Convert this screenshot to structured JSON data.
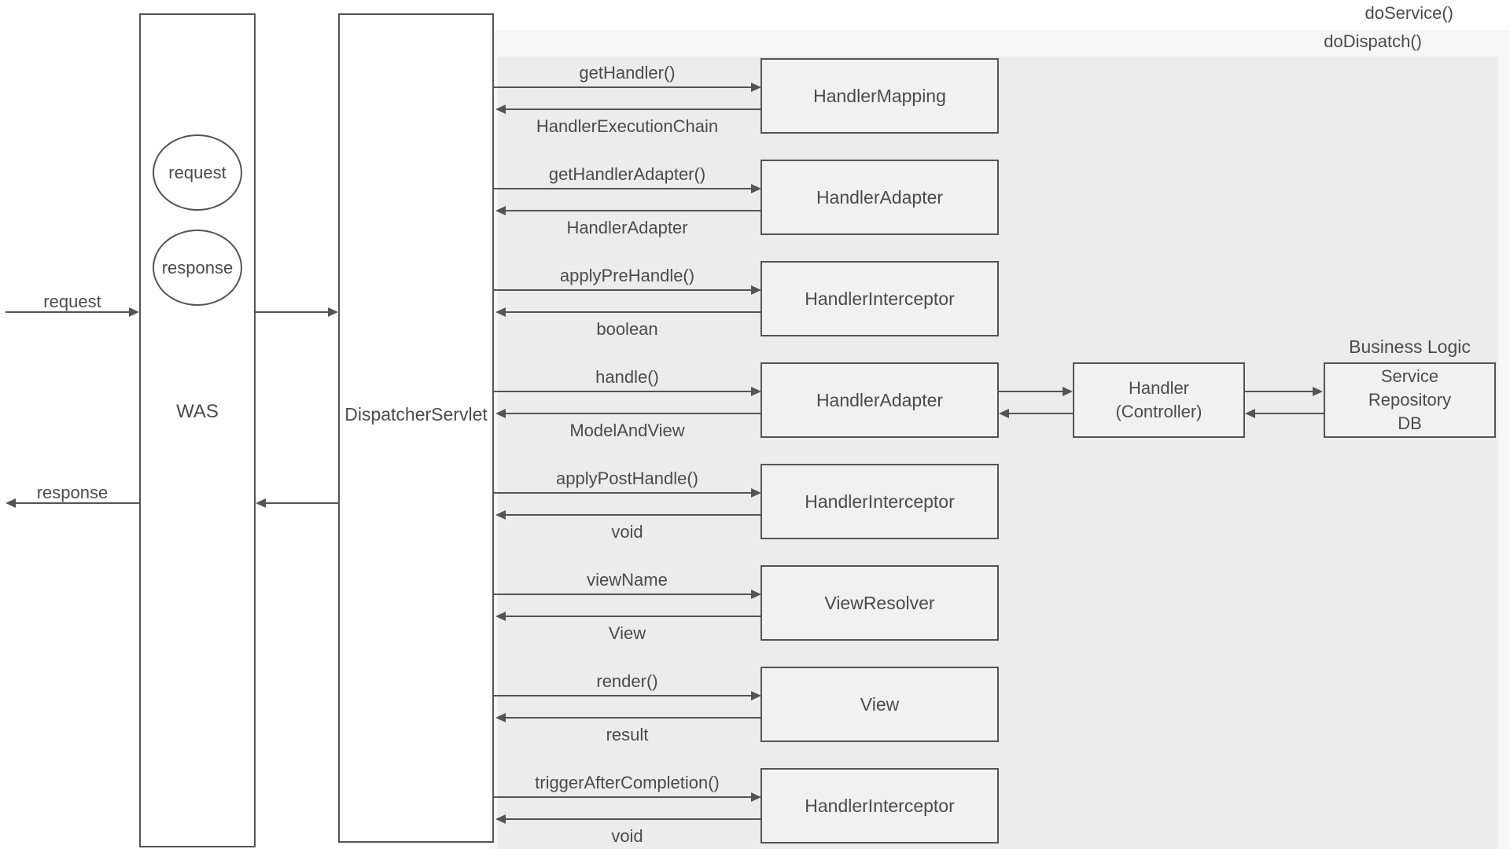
{
  "labels": {
    "do_service": "doService()",
    "do_dispatch": "doDispatch()",
    "was": "WAS",
    "dispatcher_servlet": "DispatcherServlet",
    "request_circle": "request",
    "response_circle": "response",
    "request_arrow": "request",
    "response_arrow": "response",
    "business_logic_title": "Business Logic"
  },
  "rows": [
    {
      "call": "getHandler()",
      "return": "HandlerExecutionChain",
      "box": "HandlerMapping"
    },
    {
      "call": "getHandlerAdapter()",
      "return": "HandlerAdapter",
      "box": "HandlerAdapter"
    },
    {
      "call": "applyPreHandle()",
      "return": "boolean",
      "box": "HandlerInterceptor"
    },
    {
      "call": "handle()",
      "return": "ModelAndView",
      "box": "HandlerAdapter"
    },
    {
      "call": "applyPostHandle()",
      "return": "void",
      "box": "HandlerInterceptor"
    },
    {
      "call": "viewName",
      "return": "View",
      "box": "ViewResolver"
    },
    {
      "call": "render()",
      "return": "result",
      "box": "View"
    },
    {
      "call": "triggerAfterCompletion()",
      "return": "void",
      "box": "HandlerInterceptor"
    }
  ],
  "handler_box": {
    "line1": "Handler",
    "line2": "(Controller)"
  },
  "business_logic_box": {
    "line1": "Service",
    "line2": "Repository",
    "line3": "DB"
  },
  "colors": {
    "line": "#545454",
    "text": "#4b4b4b",
    "do_service_panel": "#f6f6f6",
    "do_dispatch_panel": "#ececec",
    "component_box_fill": "#f1f1f1",
    "lifeline_box_fill": "#ffffff"
  }
}
